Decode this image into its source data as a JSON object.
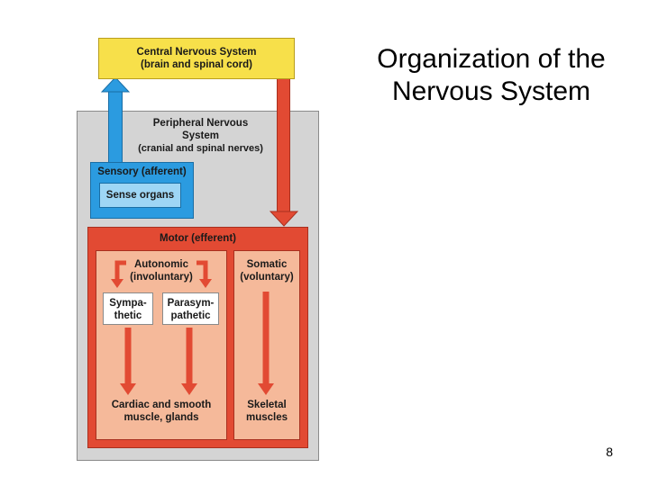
{
  "slide": {
    "title_line1": "Organization of the",
    "title_line2": "Nervous System",
    "page_number": "8"
  },
  "diagram": {
    "cns": {
      "line1": "Central Nervous System",
      "line2": "(brain and spinal cord)"
    },
    "pns": {
      "line1": "Peripheral Nervous",
      "line2": "System",
      "line3": "(cranial and spinal nerves)"
    },
    "sensory": {
      "label": "Sensory (afferent)",
      "sense_organs": "Sense organs"
    },
    "motor": {
      "label": "Motor (efferent)"
    },
    "autonomic": {
      "line1": "Autonomic",
      "line2": "(involuntary)"
    },
    "somatic": {
      "line1": "Somatic",
      "line2": "(voluntary)"
    },
    "sympathetic": {
      "line1": "Sympa-",
      "line2": "thetic"
    },
    "parasympathetic": {
      "line1": "Parasym-",
      "line2": "pathetic"
    },
    "cardiac": {
      "line1": "Cardiac and smooth",
      "line2": "muscle, glands"
    },
    "skeletal": {
      "line1": "Skeletal",
      "line2": "muscles"
    }
  },
  "colors": {
    "cns_fill": "#f7e04a",
    "pns_fill": "#d4d4d4",
    "sensory_fill": "#2b9be0",
    "sense_organs_fill": "#9ed6f5",
    "motor_fill": "#e24a33",
    "motor_inner_fill": "#f5b99a",
    "arrow_red": "#e24a33",
    "arrow_blue": "#2b9be0"
  }
}
